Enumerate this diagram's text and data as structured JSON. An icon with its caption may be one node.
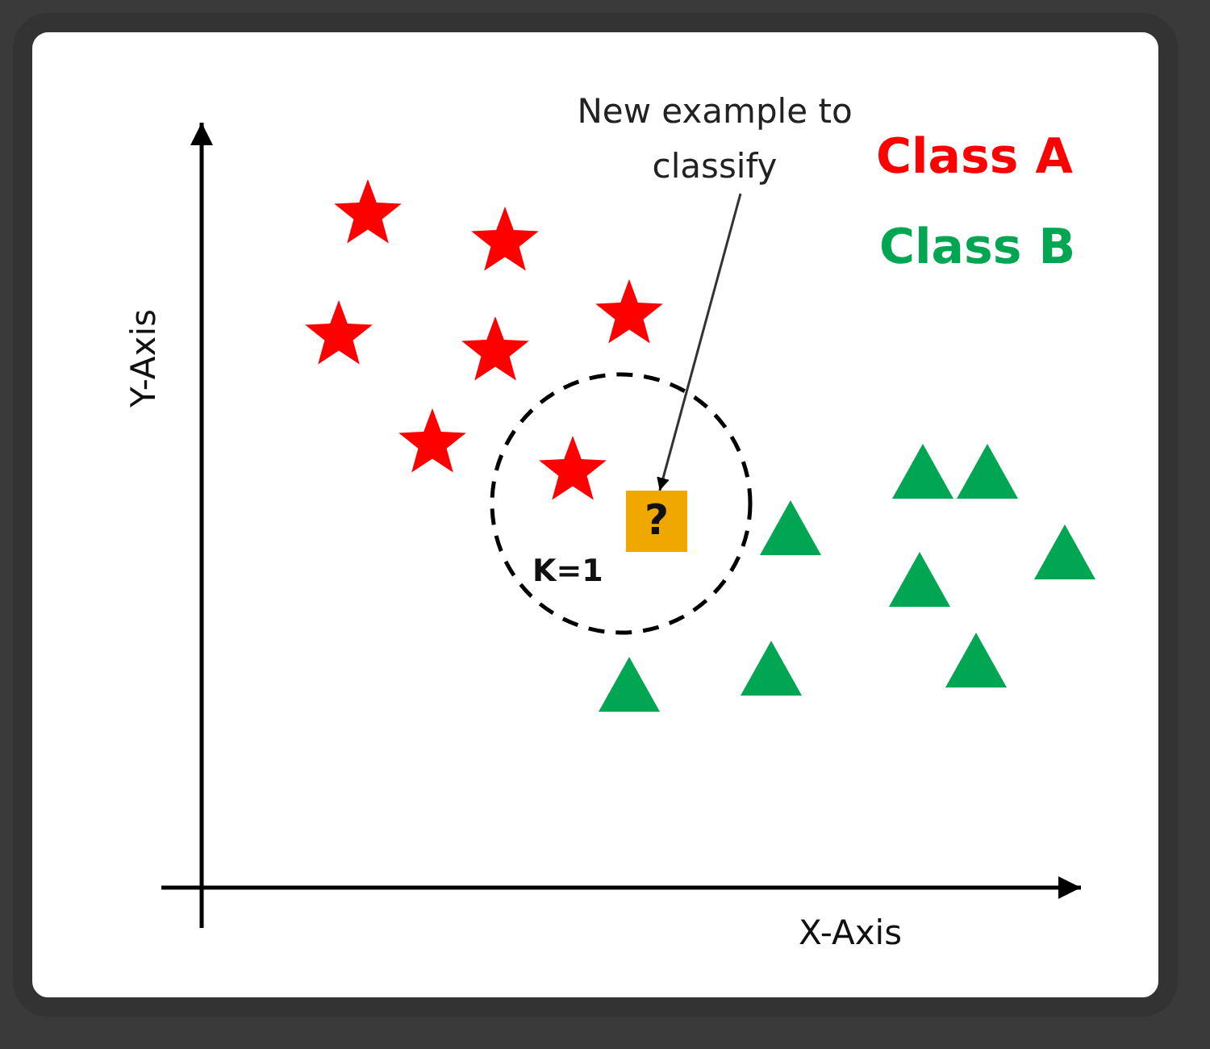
{
  "diagram": {
    "nodes": [
      {
        "text": [
          "New example to classify"
        ]
      },
      {
        "text": [
          "?"
        ]
      }
    ],
    "edges": [
      {
        "from": 0,
        "to": 1,
        "arrow": "to"
      }
    ],
    "labels": [
      "Y-Axis",
      "X-Axis",
      "K=1"
    ],
    "legend": [
      {
        "text": "Class A",
        "color": "#ff0000"
      },
      {
        "text": "Class B",
        "color": "#00a651"
      }
    ]
  }
}
